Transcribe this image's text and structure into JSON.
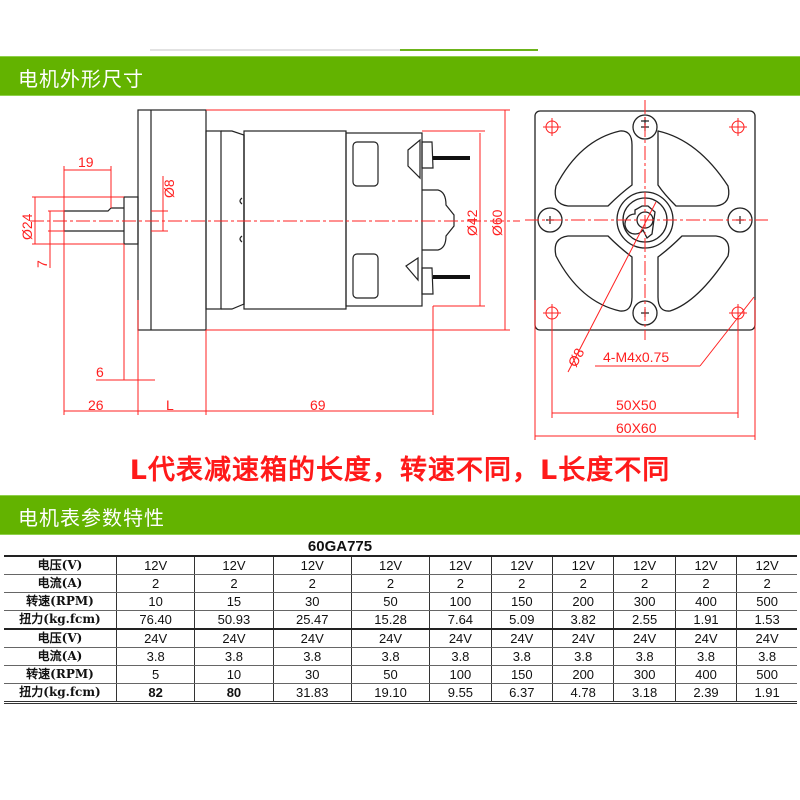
{
  "section_dimensions": {
    "title": "电机外形尺寸"
  },
  "drawing": {
    "side_view": {
      "dimensions": {
        "shaft_length": "19",
        "shaft_flat": "Ø8",
        "boss_diameter": "Ø24",
        "flat_height": "7",
        "boss_length": "6",
        "shaft_total": "26",
        "gearbox_length": "L",
        "motor_length": "69",
        "motor_diameter": "Ø42",
        "gearbox_diameter": "Ø60"
      }
    },
    "front_view": {
      "dimensions": {
        "shaft_diameter": "Ø8",
        "screw_holes": "4-M4x0.75",
        "hole_spacing": "50X50",
        "outer_size": "60X60"
      }
    },
    "colors": {
      "dimension": "#ff2020",
      "outline": "#222222"
    }
  },
  "note": "L代表减速箱的长度，转速不同，L长度不同",
  "section_specs": {
    "title": "电机表参数特性"
  },
  "table": {
    "model": "60GA775",
    "rows": [
      {
        "label": "电压(V)",
        "values": [
          "12V",
          "12V",
          "12V",
          "12V",
          "12V",
          "12V",
          "12V",
          "12V",
          "12V",
          "12V"
        ]
      },
      {
        "label": "电流(A)",
        "values": [
          "2",
          "2",
          "2",
          "2",
          "2",
          "2",
          "2",
          "2",
          "2",
          "2"
        ]
      },
      {
        "label": "转速(RPM)",
        "values": [
          "10",
          "15",
          "30",
          "50",
          "100",
          "150",
          "200",
          "300",
          "400",
          "500"
        ]
      },
      {
        "label": "扭力(kg.fcm)",
        "values": [
          "76.40",
          "50.93",
          "25.47",
          "15.28",
          "7.64",
          "5.09",
          "3.82",
          "2.55",
          "1.91",
          "1.53"
        ]
      },
      {
        "label": "电压(V)",
        "values": [
          "24V",
          "24V",
          "24V",
          "24V",
          "24V",
          "24V",
          "24V",
          "24V",
          "24V",
          "24V"
        ]
      },
      {
        "label": "电流(A)",
        "values": [
          "3.8",
          "3.8",
          "3.8",
          "3.8",
          "3.8",
          "3.8",
          "3.8",
          "3.8",
          "3.8",
          "3.8"
        ]
      },
      {
        "label": "转速(RPM)",
        "values": [
          "5",
          "10",
          "30",
          "50",
          "100",
          "150",
          "200",
          "300",
          "400",
          "500"
        ]
      },
      {
        "label": "扭力(kg.fcm)",
        "values": [
          "82",
          "80",
          "31.83",
          "19.10",
          "9.55",
          "6.37",
          "4.78",
          "3.18",
          "2.39",
          "1.91"
        ]
      }
    ]
  },
  "colors": {
    "accent_green": "#63b300",
    "note_red": "#ff1a1a"
  }
}
